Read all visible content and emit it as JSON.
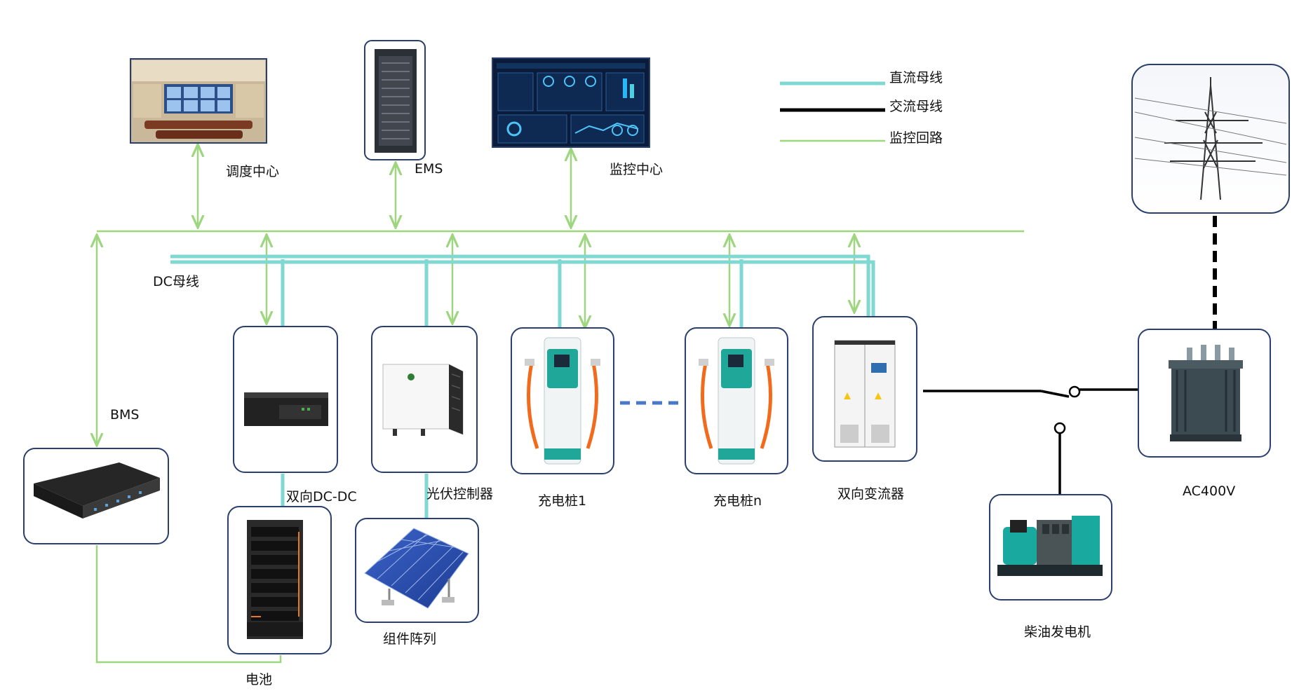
{
  "labels": {
    "dispatch_center": "调度中心",
    "ems": "EMS",
    "monitor_center": "监控中心",
    "dc_bus_label": "DC母线",
    "bms": "BMS",
    "bidirectional_dcdc": "双向DC-DC",
    "pv_controller": "光伏控制器",
    "charger_1": "充电桩1",
    "charger_n": "充电桩n",
    "bidirectional_converter": "双向变流器",
    "ac400v": "AC400V",
    "battery": "电池",
    "pv_array": "组件阵列",
    "diesel_generator": "柴油发电机"
  },
  "legend": {
    "dc_bus": "直流母线",
    "ac_bus": "交流母线",
    "monitor_loop": "监控回路"
  },
  "colors": {
    "dc_bus": "#7fd8d2",
    "ac_bus": "#000000",
    "monitor_loop": "#9dd67e",
    "box_border": "#2a3f6e",
    "dashed_link": "#4a78c8"
  },
  "icons": {
    "dispatch_center": "control-room-image",
    "ems": "server-rack-image",
    "monitor_center": "dashboard-screen-image",
    "bms": "bms-rack-unit-image",
    "dcdc": "dcdc-converter-image",
    "pv_controller": "pv-inverter-image",
    "charger": "ev-charger-image",
    "converter": "converter-cabinet-image",
    "grid": "power-tower-image",
    "transformer": "transformer-image",
    "diesel": "diesel-generator-image",
    "battery": "battery-rack-image",
    "pv_array": "solar-panel-image"
  }
}
